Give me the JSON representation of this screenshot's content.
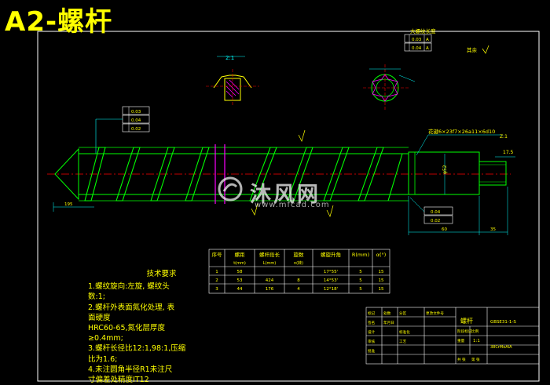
{
  "title": "A2-螺杆",
  "watermark": {
    "brand": "沐风网",
    "url": "www.mfcad.com"
  },
  "drawing": {
    "section_label": "Z:1",
    "scale_note": "2:1",
    "tolerance_frame_top": "大螺纹长度",
    "thread_note": "花键6×23f7×26a11×6d10",
    "roughness_note": "其余",
    "dim_left": "195",
    "dim_right_small": "17.5",
    "dim_diameter": "φ52",
    "dim_bottom_a": "60",
    "dim_bottom_b": "35",
    "frame_codes": [
      "0.03",
      "0.04",
      "0.02"
    ],
    "frame_datum": "A"
  },
  "parameter_table": {
    "headers": [
      "序号",
      "螺距",
      "螺杆段长",
      "旋数",
      "螺旋升角",
      "R(mm)",
      "α(°)"
    ],
    "subheaders": [
      "",
      "t(mm)",
      "L(mm)",
      "n(转)",
      "",
      "",
      ""
    ],
    "rows": [
      [
        "1",
        "58",
        "",
        "",
        "17°55'",
        "5",
        "15"
      ],
      [
        "2",
        "53",
        "424",
        "8",
        "14°53'",
        "5",
        "15"
      ],
      [
        "3",
        "44",
        "176",
        "4",
        "12°18'",
        "5",
        "15"
      ]
    ]
  },
  "technical_requirements": {
    "heading": "技术要求",
    "lines": [
      "1.螺纹旋向:左旋, 螺纹头",
      "数:1;",
      "2.螺杆外表面氮化处理, 表",
      "面硬度",
      "HRC60-65,氮化层厚度",
      "≥0.4mm;",
      "3.螺杆长径比12:1,98:1,压缩",
      "比为1.6;",
      "4.未注圆角半径R1未注尺",
      "寸偏差处精度IT12"
    ]
  },
  "title_block": {
    "part_name": "螺杆",
    "drawing_no": "GBSE31-1-S",
    "material": "38CrMoAlA",
    "scale": "1:1",
    "labels": [
      "标记",
      "处数",
      "分区",
      "更改文件号",
      "签名",
      "年月日",
      "设计",
      "标准化",
      "审核",
      "工艺",
      "批准",
      "阶段标记",
      "重量",
      "比例",
      "共 张",
      "第 张"
    ]
  },
  "colors": {
    "background": "#000000",
    "frame": "#ffffff",
    "outline": "#00ff00",
    "annotation": "#ffff00",
    "hatch": "#ff00ff",
    "dimension": "#00ffff",
    "centerline": "#ff0000"
  }
}
